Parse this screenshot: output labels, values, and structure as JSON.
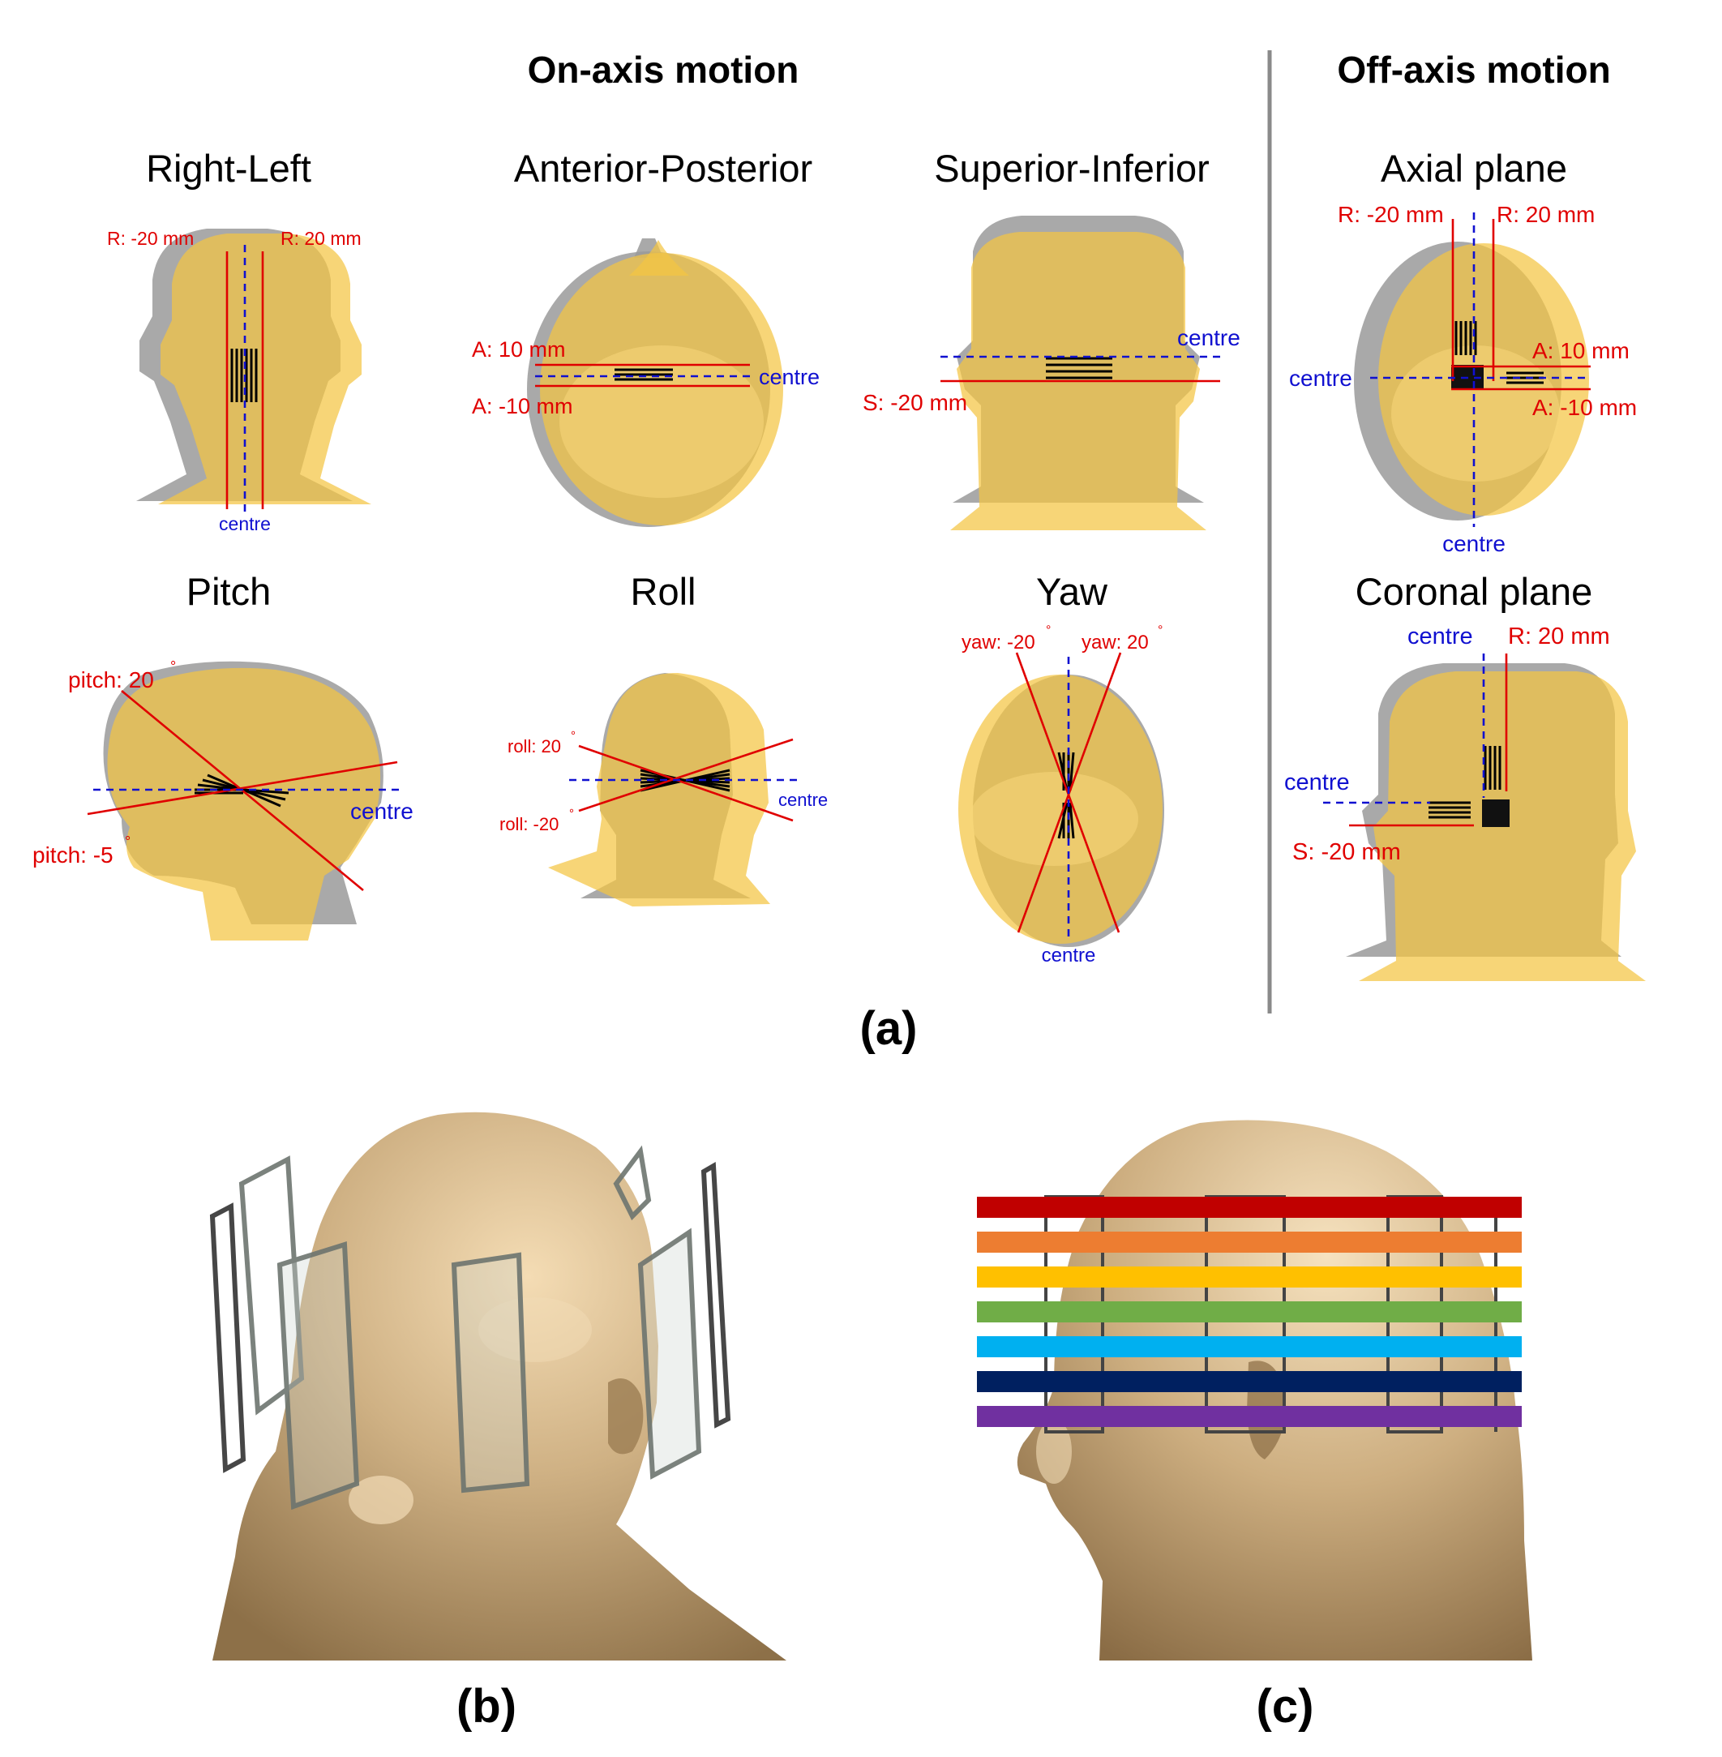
{
  "headers": {
    "on_axis": "On-axis motion",
    "off_axis": "Off-axis motion"
  },
  "titles": {
    "right_left": "Right-Left",
    "anterior_posterior": "Anterior-Posterior",
    "superior_inferior": "Superior-Inferior",
    "axial_plane": "Axial plane",
    "pitch": "Pitch",
    "roll": "Roll",
    "yaw": "Yaw",
    "coronal_plane": "Coronal plane"
  },
  "annotations": {
    "rl_neg": "R: -20 mm",
    "rl_pos": "R: 20 mm",
    "rl_centre": "centre",
    "ap_pos": "A: 10 mm",
    "ap_neg": "A: -10 mm",
    "ap_centre": "centre",
    "si_centre": "centre",
    "si_neg": "S: -20 mm",
    "ax_r_neg": "R: -20 mm",
    "ax_r_pos": "R: 20 mm",
    "ax_a_pos": "A: 10 mm",
    "ax_a_neg": "A: -10 mm",
    "ax_centre_left": "centre",
    "ax_centre_bottom": "centre",
    "pitch_pos": "pitch: 20",
    "pitch_neg": "pitch: -5",
    "pitch_centre": "centre",
    "roll_pos": "roll: 20",
    "roll_neg": "roll: -20",
    "roll_centre": "centre",
    "yaw_neg": "yaw: -20",
    "yaw_pos": "yaw: 20",
    "yaw_centre": "centre",
    "cor_centre_top": "centre",
    "cor_r_pos": "R: 20 mm",
    "cor_centre_left": "centre",
    "cor_s_neg": "S: -20 mm",
    "degree_symbol": "°"
  },
  "panel_labels": {
    "a": "(a)",
    "b": "(b)",
    "c": "(c)"
  },
  "colors": {
    "gray_head": "#9a9a9a",
    "yellow_head": "#f4c542",
    "red_line": "#e00000",
    "blue_line": "#1010d0",
    "skin": "#c9ab7f",
    "coil": "#c8d2cc",
    "stripes": [
      "#c00000",
      "#ed7d31",
      "#ffc000",
      "#70ad47",
      "#00b0f0",
      "#002060",
      "#7030a0"
    ]
  }
}
